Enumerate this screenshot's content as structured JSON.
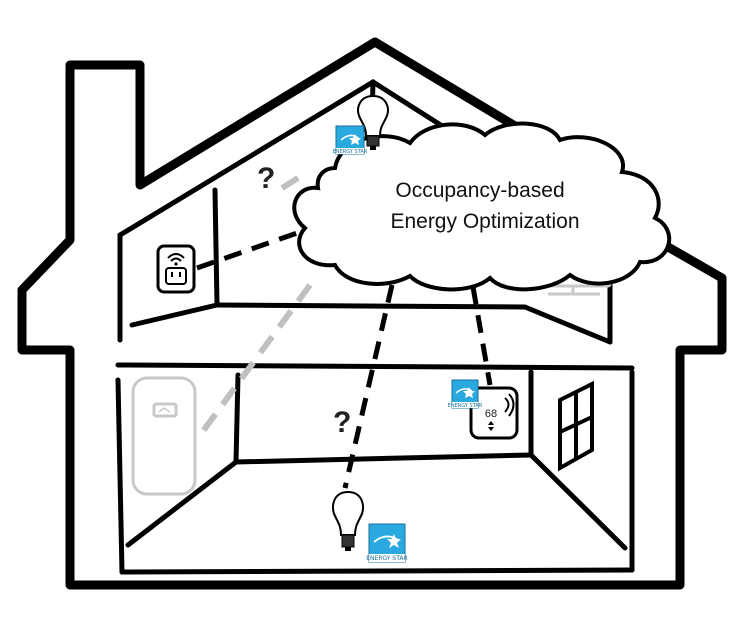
{
  "cloud": {
    "line1": "Occupancy-based",
    "line2": "Energy Optimization"
  },
  "marks": {
    "question_upper": "?",
    "question_lower": "?"
  },
  "thermostat": {
    "temperature": "68",
    "arrows": "▲▼"
  },
  "energy_star": {
    "label": "ENERGY STAR",
    "color": "#29a9e0"
  },
  "colors": {
    "outline": "#000000",
    "wireless_link": "#000000",
    "wired_link": "#c0c0c0",
    "faded_device": "#c8c8c8"
  },
  "devices": [
    "light-bulb-upper",
    "smart-plug",
    "tv-monitor",
    "thermostat",
    "water-heater",
    "light-bulb-lower",
    "window"
  ]
}
